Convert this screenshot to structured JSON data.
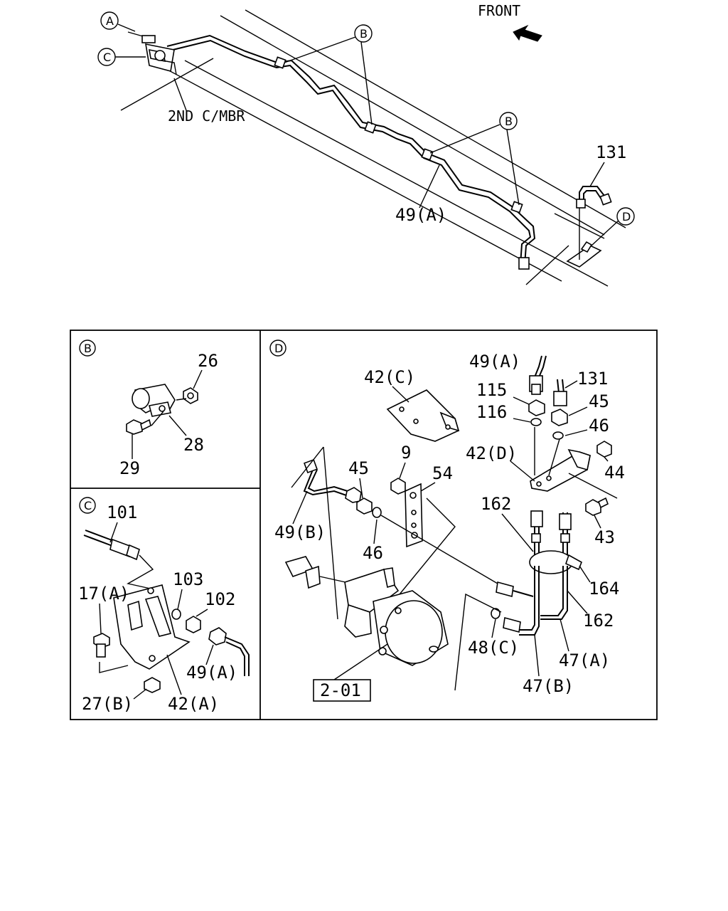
{
  "top": {
    "front_label": "FRONT",
    "member_label": "2ND C/MBR",
    "callouts": {
      "a": "A",
      "c": "C",
      "b1": "B",
      "b2": "B",
      "d": "D"
    },
    "part_131": "131",
    "part_49a": "49(A)"
  },
  "panel_b": {
    "badge": "B",
    "parts": {
      "p26": "26",
      "p28": "28",
      "p29": "29"
    }
  },
  "panel_c": {
    "badge": "C",
    "parts": {
      "p101": "101",
      "p17a": "17(A)",
      "p103": "103",
      "p102": "102",
      "p49a": "49(A)",
      "p27b": "27(B)",
      "p42a": "42(A)"
    }
  },
  "panel_d": {
    "badge": "D",
    "parts": {
      "p42c": "42(C)",
      "p49a": "49(A)",
      "p115": "115",
      "p116": "116",
      "p131": "131",
      "p45r": "45",
      "p46r": "46",
      "p42d": "42(D)",
      "p44": "44",
      "p9": "9",
      "p54": "54",
      "p45l": "45",
      "p49b": "49(B)",
      "p46l": "46",
      "p162t": "162",
      "p43": "43",
      "p164": "164",
      "p162b": "162",
      "p48c": "48(C)",
      "p47a": "47(A)",
      "p47b": "47(B)"
    },
    "ref_box": "2-01"
  }
}
